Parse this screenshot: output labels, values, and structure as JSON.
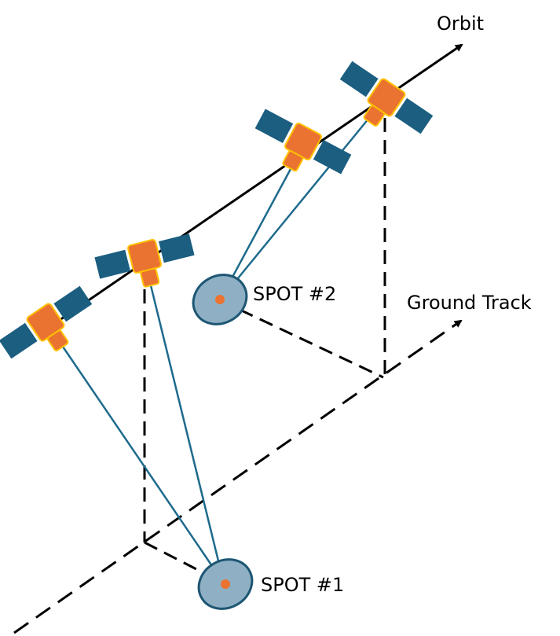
{
  "labels": {
    "orbit": "Orbit",
    "ground_track": "Ground Track",
    "spot1": "SPOT #1",
    "spot2": "SPOT #2"
  },
  "colors": {
    "panel": "#1b5e80",
    "body": "#ea7331",
    "body_stroke": "#ffc000",
    "spot_fill": "#8fb0c4",
    "spot_stroke": "#1d5673",
    "spot_center": "#ea7331",
    "beam": "#1d6a8c",
    "line": "#000000"
  }
}
